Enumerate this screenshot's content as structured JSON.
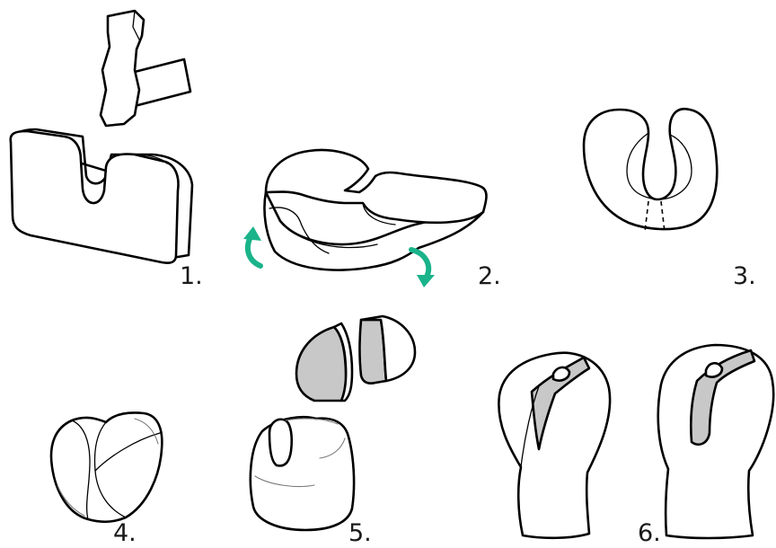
{
  "steps": [
    {
      "id": 1,
      "label": "1."
    },
    {
      "id": 2,
      "label": "2."
    },
    {
      "id": 3,
      "label": "3."
    },
    {
      "id": 4,
      "label": "4."
    },
    {
      "id": 5,
      "label": "5."
    },
    {
      "id": 6,
      "label": "6."
    }
  ],
  "colors": {
    "outline": "#000000",
    "arrow": "#1ab38a",
    "shading": "#c8c8c8",
    "background": "#ffffff"
  },
  "icons": [
    "hammer-icon",
    "rotate-arrow-icon"
  ]
}
